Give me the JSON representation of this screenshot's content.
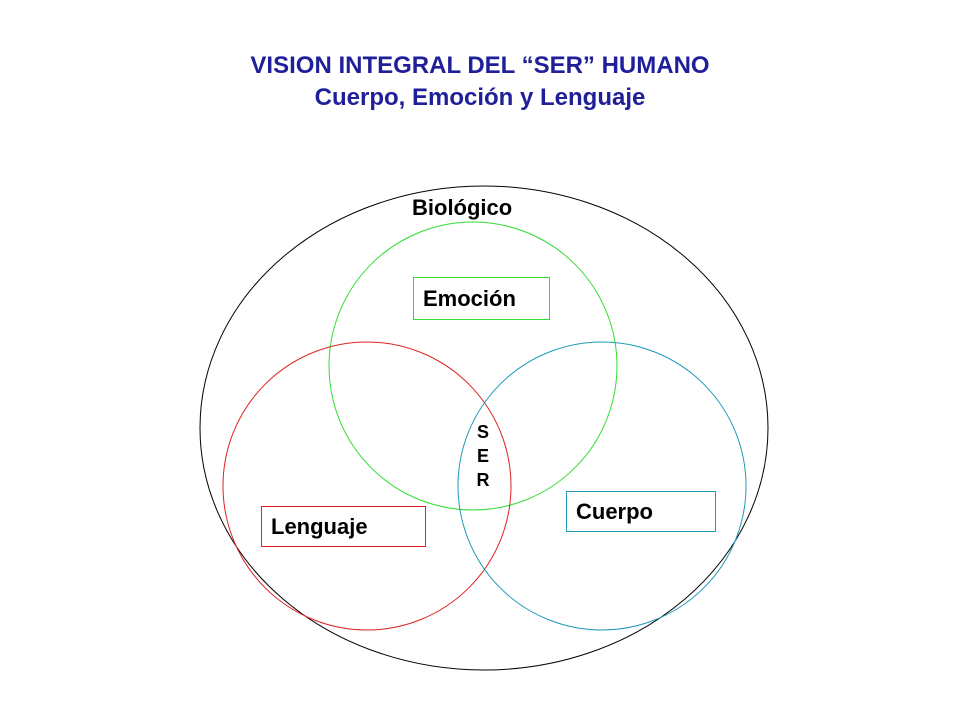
{
  "title": {
    "line1": "VISION INTEGRAL DEL “SER” HUMANO",
    "line2": "Cuerpo, Emoción y Lenguaje",
    "color": "#1f1f9a"
  },
  "diagram": {
    "outer_label": "Biológico",
    "emocion_label": "Emoción",
    "lenguaje_label": "Lenguaje",
    "cuerpo_label": "Cuerpo",
    "center_letters": [
      "S",
      "E",
      "R"
    ],
    "colors": {
      "outer": "#000000",
      "emocion": "#33dd33",
      "lenguaje": "#dd2222",
      "cuerpo": "#2299bb"
    }
  }
}
